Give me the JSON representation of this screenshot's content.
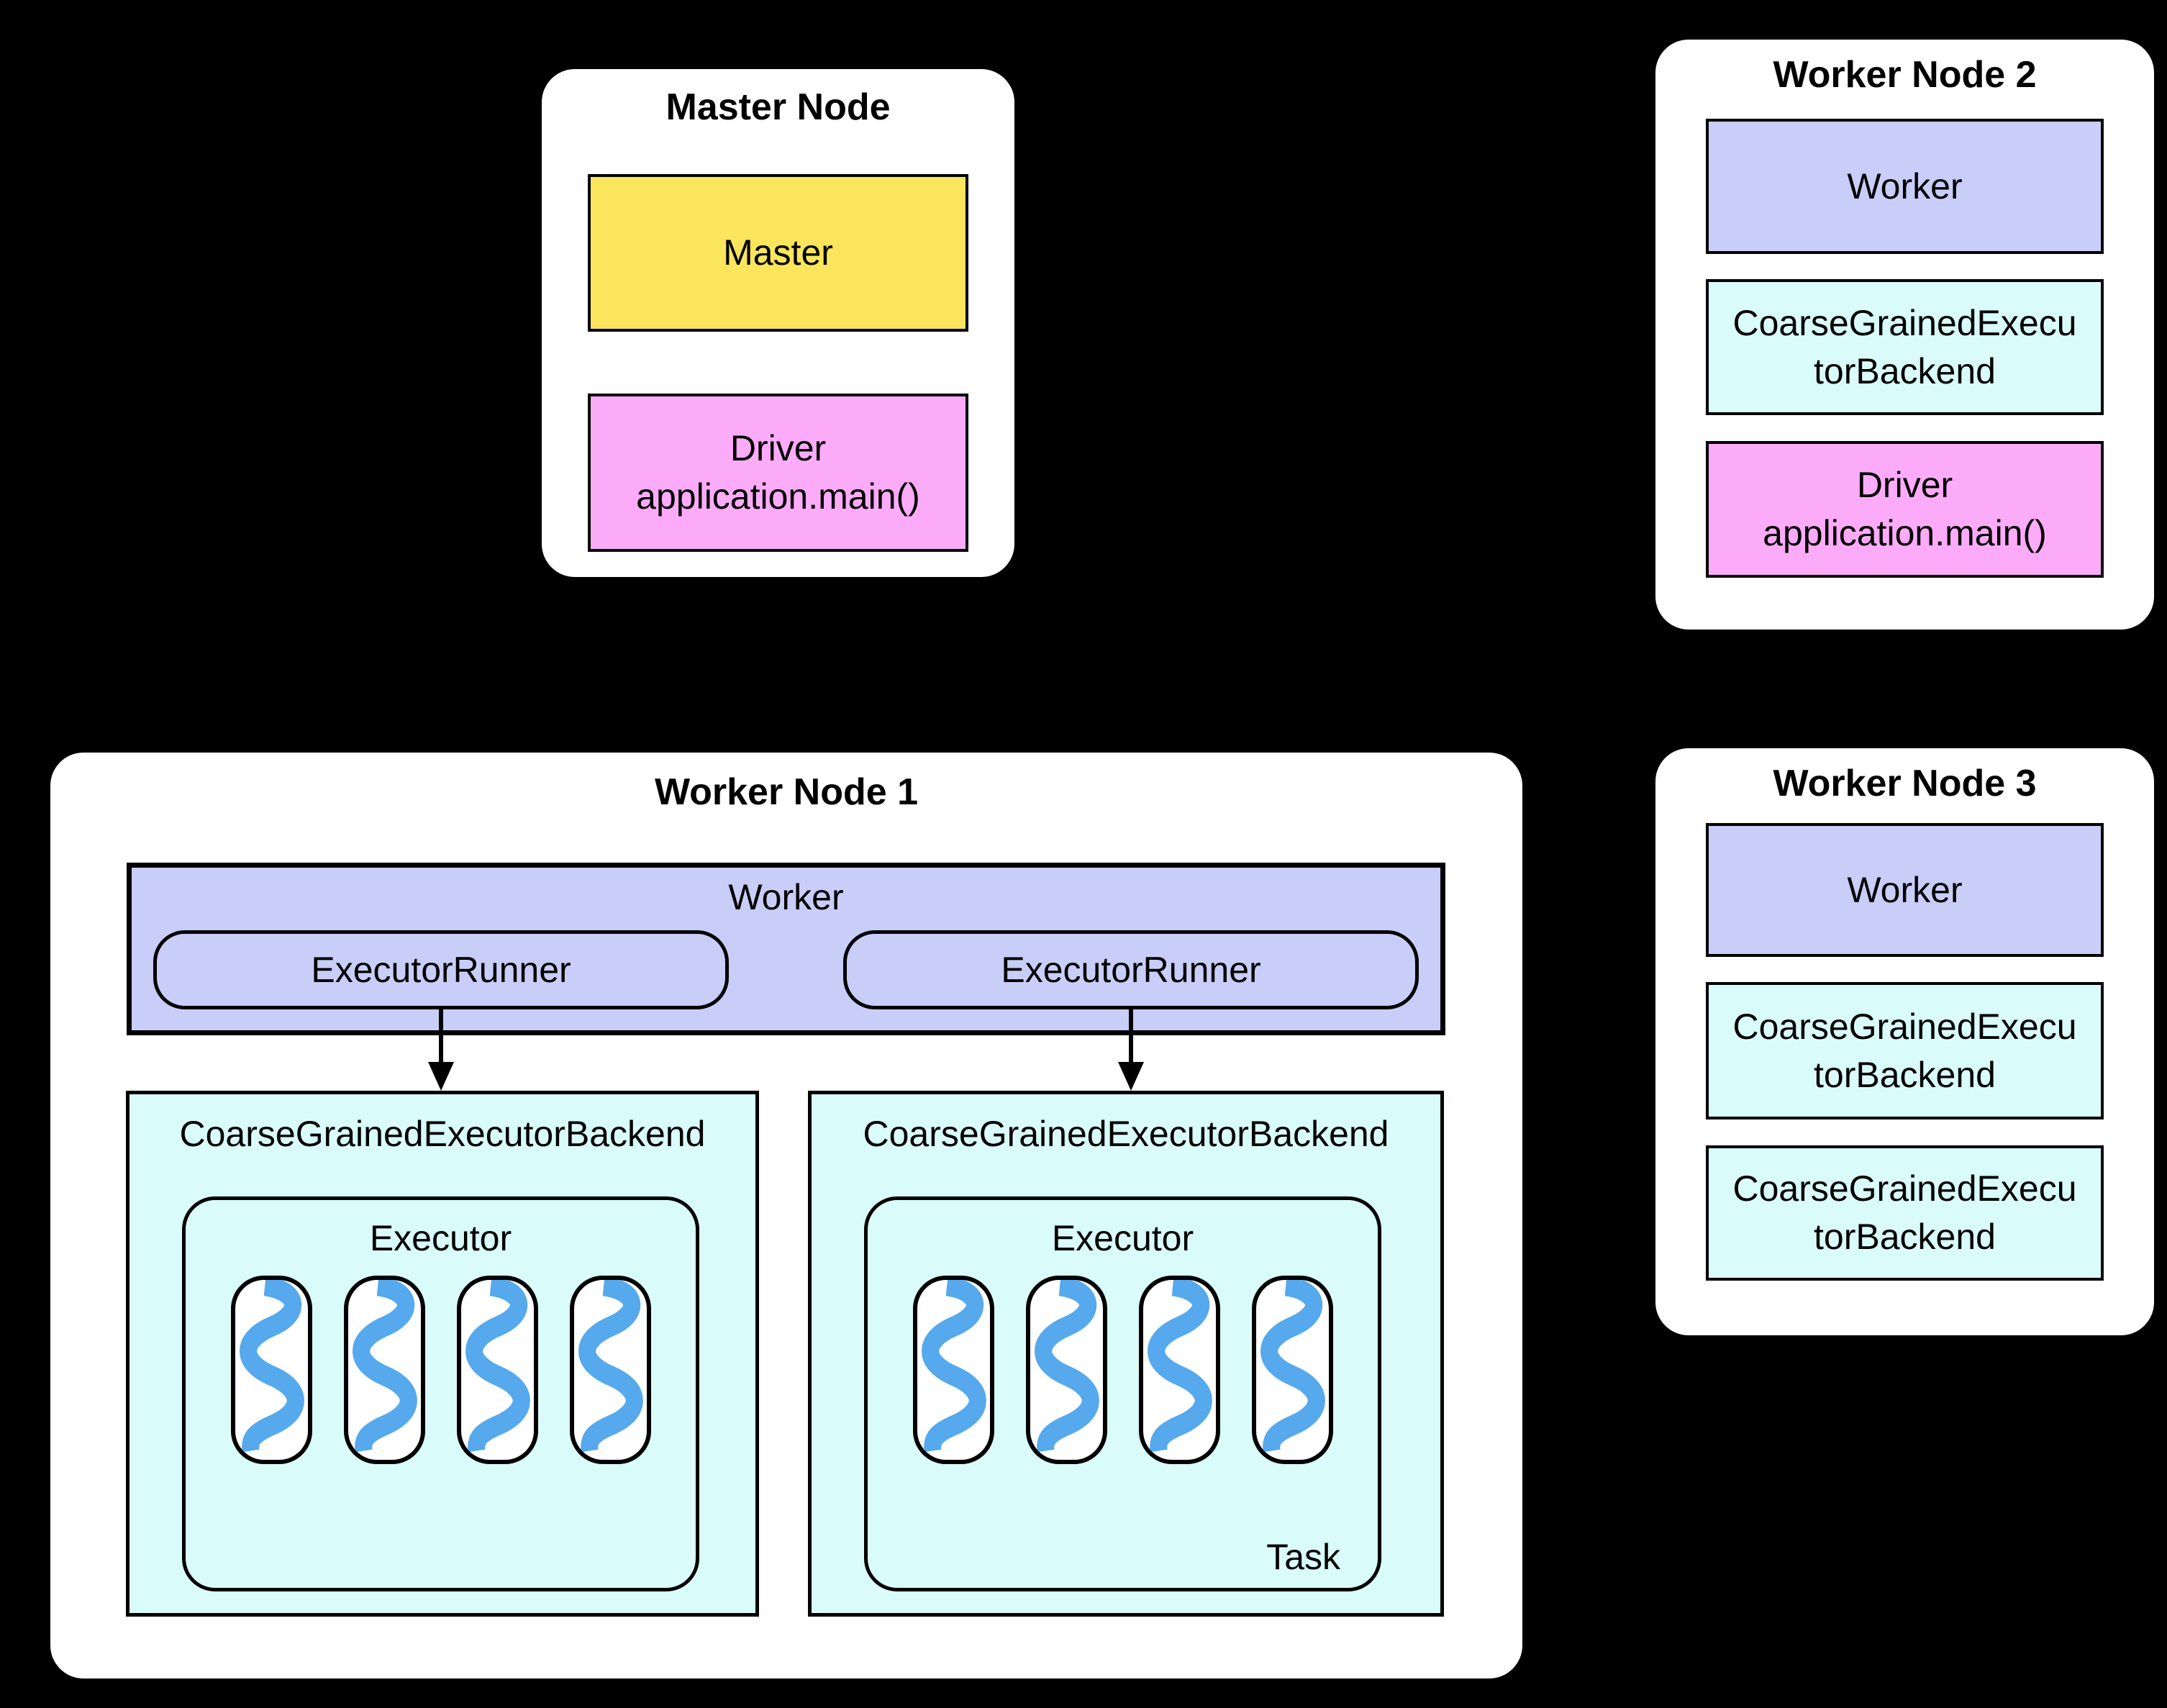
{
  "master_node": {
    "title": "Master Node",
    "master_box_label": "Master",
    "driver_box": {
      "line1": "Driver",
      "line2": "application.main()"
    }
  },
  "worker_node_1": {
    "title": "Worker Node 1",
    "worker_label": "Worker",
    "executor_runner_labels": [
      "ExecutorRunner",
      "ExecutorRunner"
    ],
    "backends": [
      {
        "title": "CoarseGrainedExecutorBackend",
        "executor_label": "Executor",
        "thread_count": 4
      },
      {
        "title": "CoarseGrainedExecutorBackend",
        "executor_label": "Executor",
        "thread_count": 4,
        "task_label": "Task"
      }
    ]
  },
  "worker_node_2": {
    "title": "Worker Node 2",
    "worker_box_label": "Worker",
    "backend_box": {
      "line1": "CoarseGrainedExecu",
      "line2": "torBackend"
    },
    "driver_box": {
      "line1": "Driver",
      "line2": "application.main()"
    }
  },
  "worker_node_3": {
    "title": "Worker Node 3",
    "worker_box_label": "Worker",
    "backend_boxes": [
      {
        "line1": "CoarseGrainedExecu",
        "line2": "torBackend"
      },
      {
        "line1": "CoarseGrainedExecu",
        "line2": "torBackend"
      }
    ]
  },
  "colors": {
    "background": "#000000",
    "node_background": "#ffffff",
    "master_fill": "#fae55c",
    "driver_fill": "#fbabf8",
    "worker_fill": "#c8cef8",
    "backend_fill": "#d9fbfa",
    "thread_stroke": "#55a9ec",
    "outline": "#000000"
  }
}
